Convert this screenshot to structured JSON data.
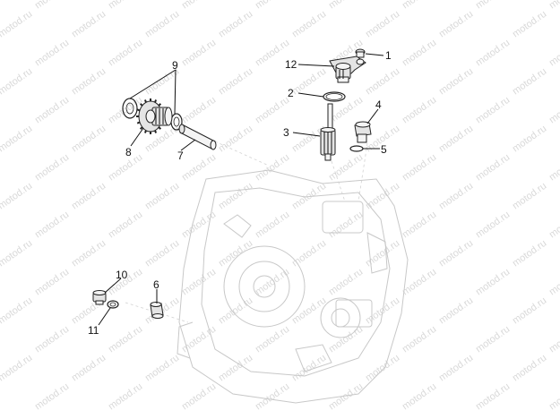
{
  "watermark": {
    "text": "motod.ru"
  },
  "callouts": [
    {
      "id": "1",
      "label": "1"
    },
    {
      "id": "2",
      "label": "2"
    },
    {
      "id": "3",
      "label": "3"
    },
    {
      "id": "4",
      "label": "4"
    },
    {
      "id": "5",
      "label": "5"
    },
    {
      "id": "6",
      "label": "6"
    },
    {
      "id": "7",
      "label": "7"
    },
    {
      "id": "8",
      "label": "8"
    },
    {
      "id": "9",
      "label": "9"
    },
    {
      "id": "10",
      "label": "10"
    },
    {
      "id": "11",
      "label": "11"
    },
    {
      "id": "12",
      "label": "12"
    }
  ]
}
